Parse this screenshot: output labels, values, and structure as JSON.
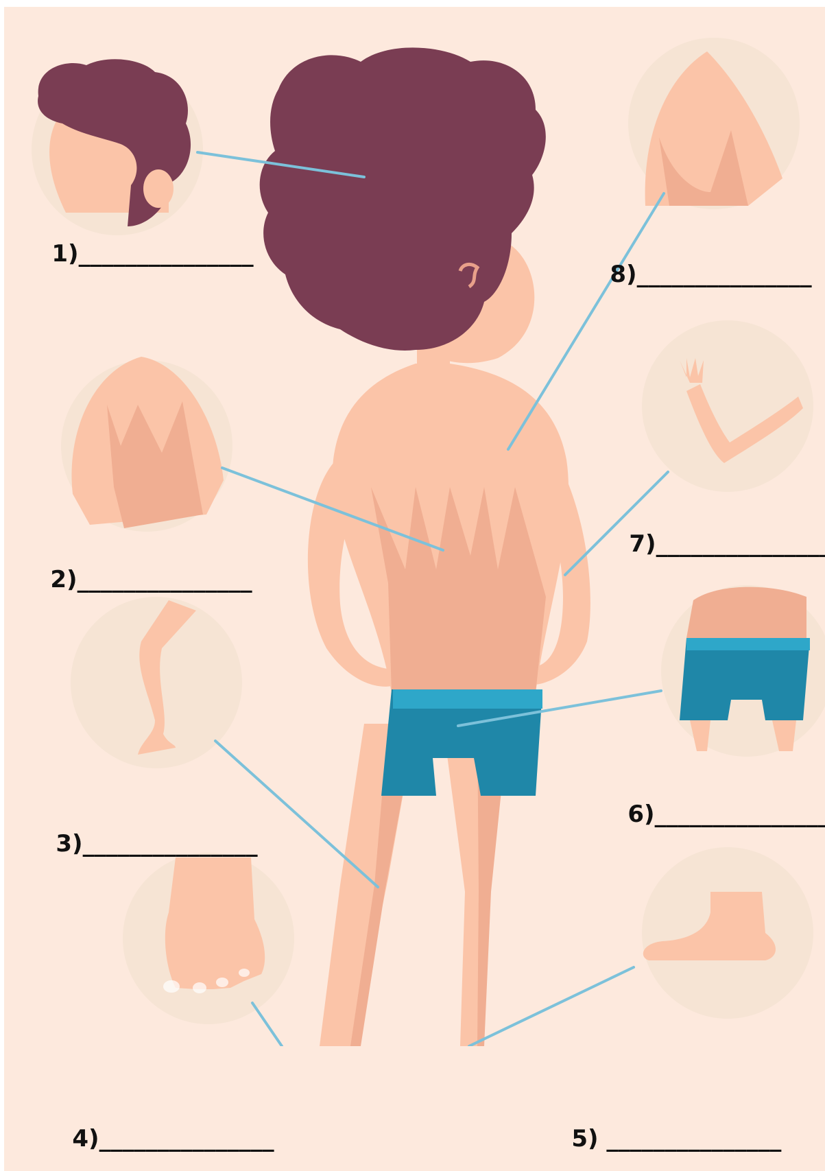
{
  "worksheet": {
    "labels": [
      {
        "number": "1)",
        "blank": "_______________"
      },
      {
        "number": "2)",
        "blank": "_______________"
      },
      {
        "number": "3)",
        "blank": "_______________"
      },
      {
        "number": "4)",
        "blank": "_______________"
      },
      {
        "number": "5)",
        "blank": " _______________"
      },
      {
        "number": "6)",
        "blank": "_______________"
      },
      {
        "number": "7)",
        "blank": "_______________"
      },
      {
        "number": "8)",
        "blank": "_______________"
      }
    ],
    "colors": {
      "background": "#fde9dd",
      "circle": "#f6e4d4",
      "skin": "#fbc4a8",
      "skin_shadow": "#f0ae92",
      "hair": "#7a3d53",
      "shorts": "#1f87a8",
      "shorts_band": "#2ea7c9",
      "pointer_line": "#7cc1da"
    },
    "icons": [
      "hair-circle",
      "back-circle",
      "leg-circle",
      "foot-circle",
      "heel-circle",
      "bottom-circle",
      "arm-circle",
      "shoulder-circle"
    ]
  }
}
